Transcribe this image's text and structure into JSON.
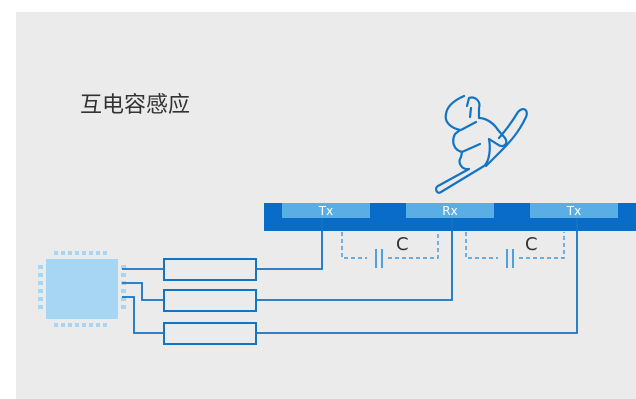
{
  "title": "互电容感应",
  "electrodes": [
    {
      "label": "Tx",
      "kind": "transmit"
    },
    {
      "label": "Rx",
      "kind": "receive"
    },
    {
      "label": "Tx",
      "kind": "transmit"
    }
  ],
  "capacitors": [
    {
      "label": "C"
    },
    {
      "label": "C"
    }
  ],
  "colors": {
    "background": "#ebebeb",
    "wire": "#1474c4",
    "panel_bar": "#0a6cc9",
    "electrode": "#5aaee6",
    "electrode_text": "#ffffff",
    "dashed": "#3d97dc",
    "chip": "#a6d6f4",
    "hand_stroke": "#1474c4",
    "title_text": "#333333",
    "cap_text": "#333333"
  },
  "icons": {
    "hand": "pointing-hand-icon",
    "chip": "ic-chip-icon"
  }
}
